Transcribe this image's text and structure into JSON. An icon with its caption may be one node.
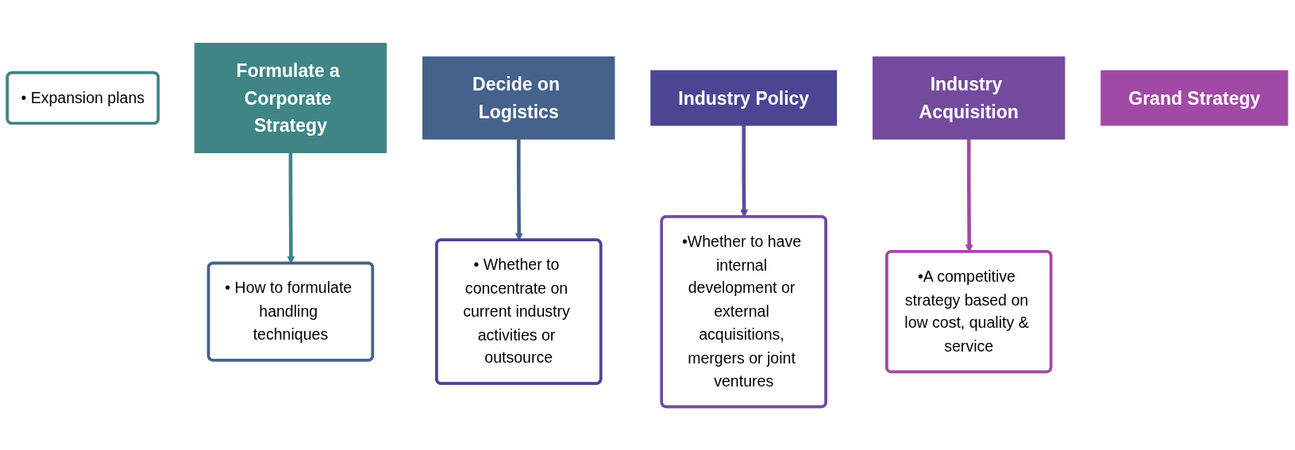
{
  "diagram": {
    "nodes": [
      {
        "text": [
          "• Expansion plans"
        ]
      },
      {
        "text": [
          "Formulate a Corporate Strategy"
        ]
      },
      {
        "text": [
          "• How to formulate handling techniques"
        ]
      },
      {
        "text": [
          "Decide on Logistics"
        ]
      },
      {
        "text": [
          "• Whether to concentrate on current industry activities or outsource"
        ]
      },
      {
        "text": [
          "Industry Policy"
        ]
      },
      {
        "text": [
          "•Whether to have internal development or external acquisitions, mergers or joint ventures"
        ]
      },
      {
        "text": [
          "Industry Acquisition"
        ]
      },
      {
        "text": [
          "•A competitive strategy based on low cost, quality & service"
        ]
      },
      {
        "text": [
          "Grand Strategy"
        ]
      }
    ],
    "edges": [
      {
        "from": 1,
        "to": 2,
        "arrow": "to",
        "color": "#3f8585"
      },
      {
        "from": 3,
        "to": 4,
        "arrow": "to",
        "color": "#44628c"
      },
      {
        "from": 5,
        "to": 6,
        "arrow": "to",
        "color": "#5b4a9e"
      },
      {
        "from": 7,
        "to": 8,
        "arrow": "to",
        "color": "#a04aa6"
      }
    ]
  }
}
